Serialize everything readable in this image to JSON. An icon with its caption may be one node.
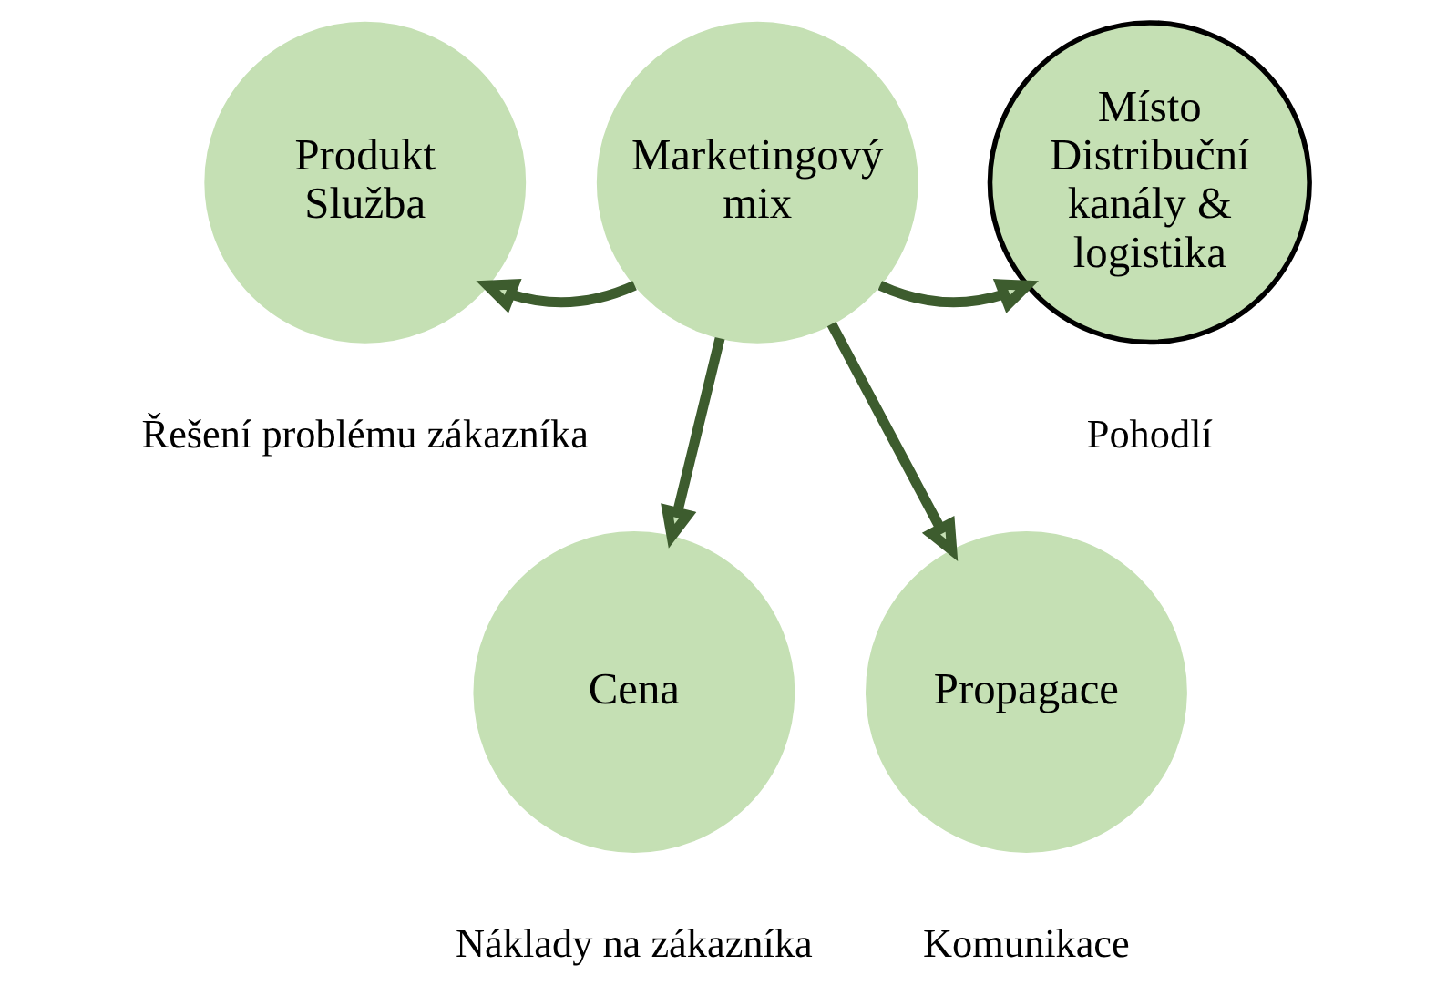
{
  "diagram": {
    "nodes": [
      {
        "text": [
          "Marketingový mix"
        ]
      },
      {
        "text": [
          "Produkt",
          "Služba"
        ],
        "beside": [
          "Řešení problému zákazníka"
        ]
      },
      {
        "text": [
          "Místo",
          "Distribuční kanály & logistika"
        ],
        "beside": [
          "Pohodlí"
        ]
      },
      {
        "text": [
          "Cena"
        ],
        "beside": [
          "Náklady na zákazníka"
        ]
      },
      {
        "text": [
          "Propagace"
        ],
        "beside": [
          "Komunikace"
        ]
      }
    ],
    "edges": [
      {
        "from": 0,
        "to": 1,
        "arrow": "to"
      },
      {
        "from": 0,
        "to": 2,
        "arrow": "to"
      },
      {
        "from": 0,
        "to": 3,
        "arrow": "to"
      },
      {
        "from": 0,
        "to": 4,
        "arrow": "to"
      }
    ]
  }
}
